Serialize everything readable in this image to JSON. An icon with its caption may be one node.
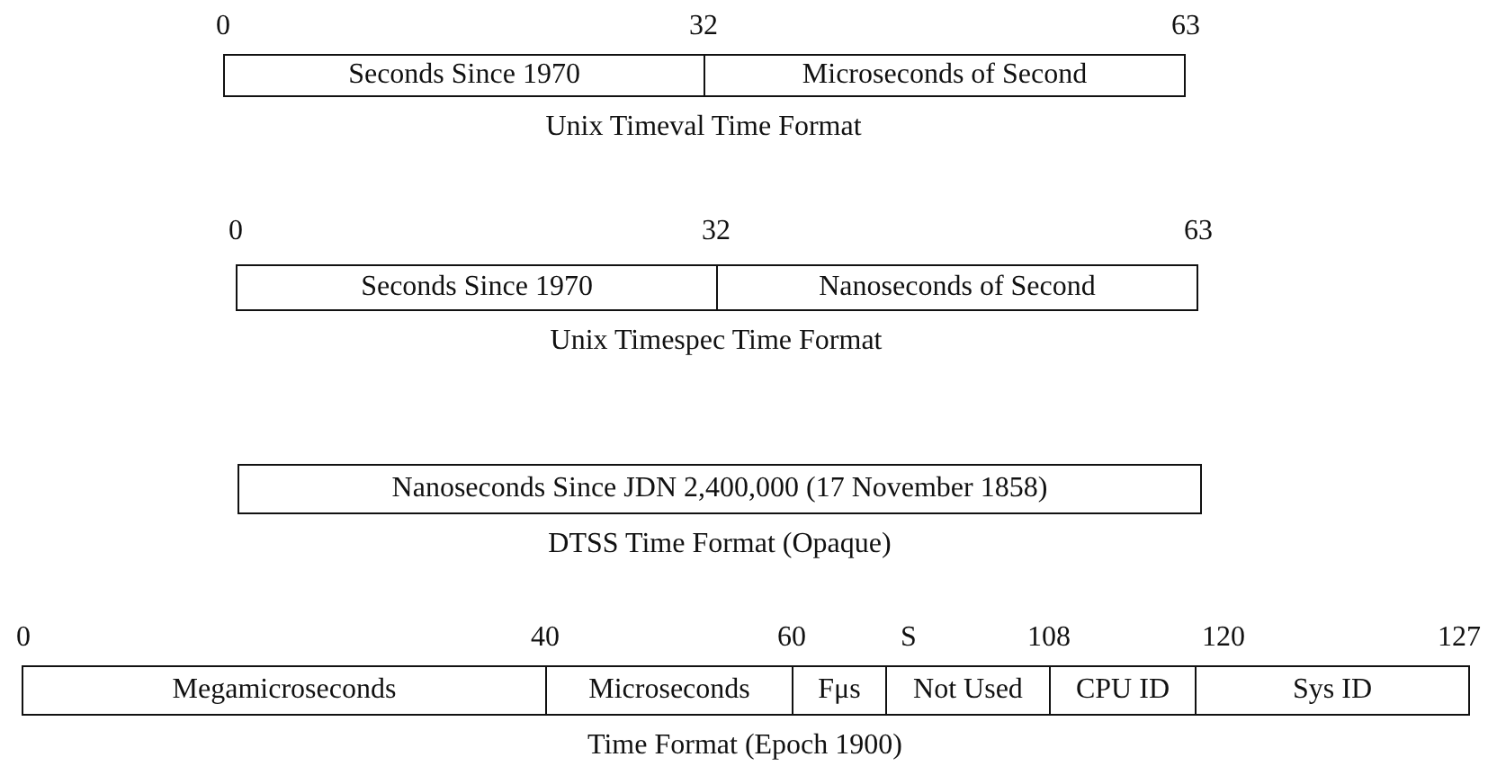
{
  "diagram": {
    "nodes": [
      {
        "text": [
          "Seconds Since 1970"
        ]
      },
      {
        "text": [
          "Microseconds of Second"
        ]
      },
      {
        "text": [
          "Seconds Since 1970"
        ]
      },
      {
        "text": [
          "Nanoseconds of Second"
        ]
      },
      {
        "text": [
          "Nanoseconds Since JDN 2,400,000 (17 November 1858)"
        ]
      },
      {
        "text": [
          "Megamicroseconds"
        ]
      },
      {
        "text": [
          "Microseconds"
        ]
      },
      {
        "text": [
          "Fμs"
        ]
      },
      {
        "text": [
          "Not Used"
        ]
      },
      {
        "text": [
          "CPU ID"
        ]
      },
      {
        "text": [
          "Sys ID"
        ]
      }
    ],
    "labels": [
      "0",
      "32",
      "63",
      "Unix Timeval Time Format",
      "0",
      "32",
      "63",
      "Unix Timespec Time Format",
      "DTSS Time Format (Opaque)",
      "0",
      "40",
      "60",
      "S",
      "108",
      "120",
      "127",
      "Time Format (Epoch 1900)"
    ]
  }
}
